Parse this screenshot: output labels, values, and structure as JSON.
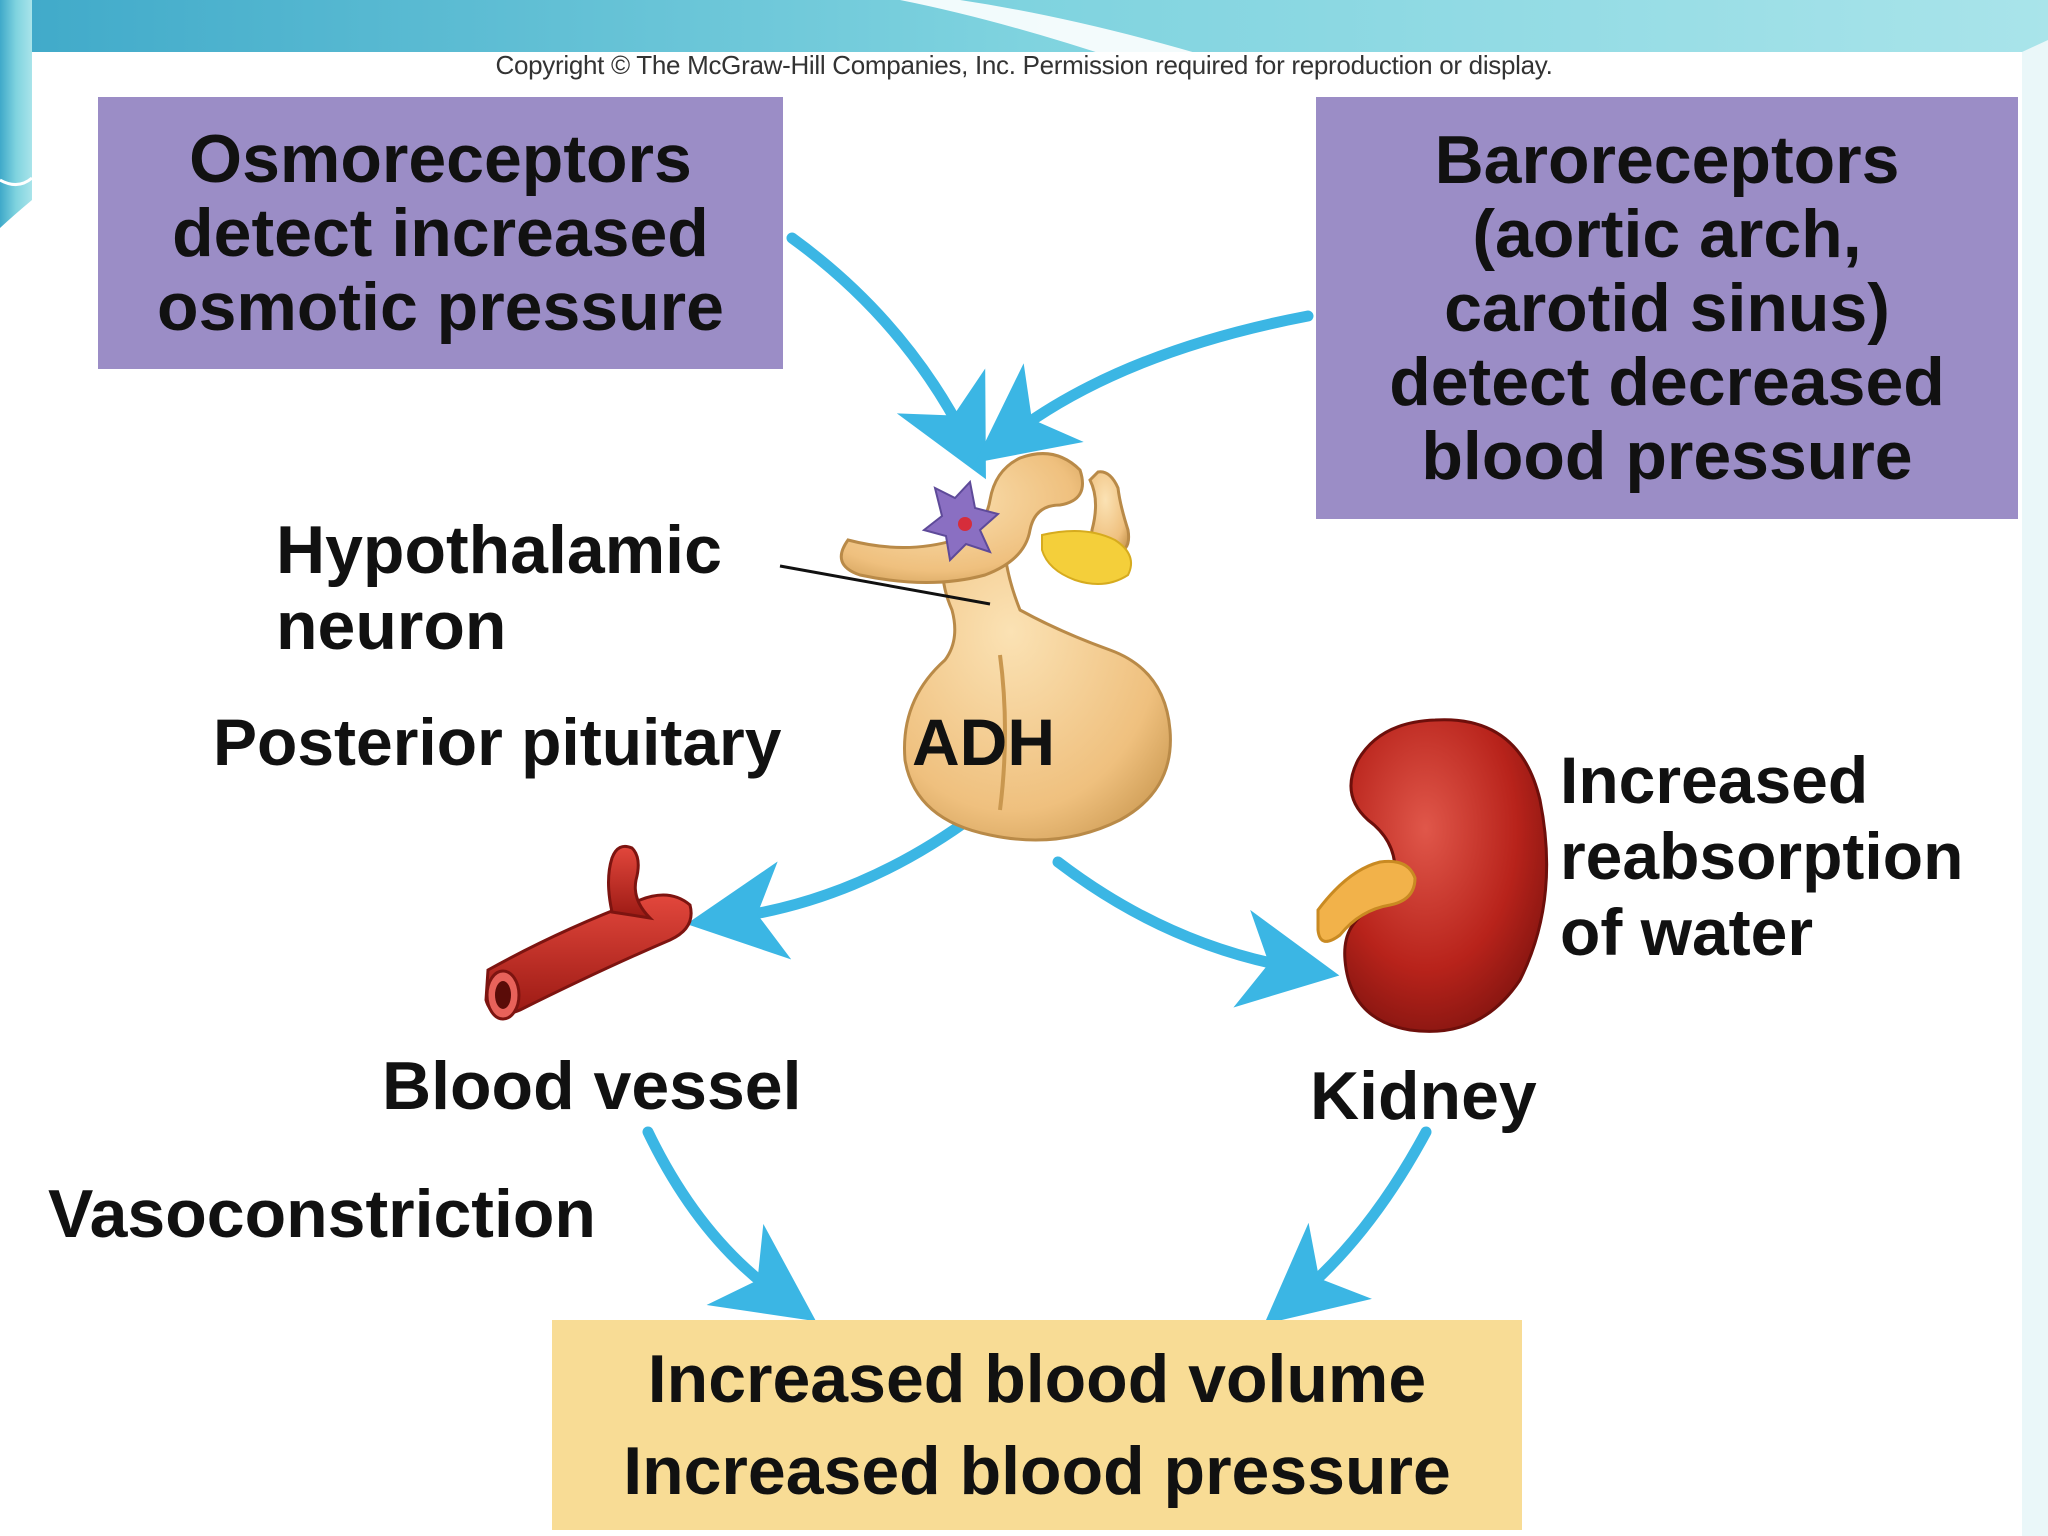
{
  "copyright": "Copyright © The McGraw-Hill Companies, Inc. Permission required for reproduction or display.",
  "osmoreceptors_box": {
    "lines": [
      "Osmoreceptors",
      "detect increased",
      "osmotic pressure"
    ]
  },
  "baroreceptors_box": {
    "lines": [
      "Baroreceptors",
      "(aortic arch,",
      "carotid sinus)",
      "detect decreased",
      "blood pressure"
    ]
  },
  "hypothalamic_label": {
    "lines": [
      "Hypothalamic",
      "neuron"
    ]
  },
  "posterior_pituitary_label": "Posterior pituitary",
  "adh_label": "ADH",
  "kidney_effect": {
    "lines": [
      "Increased",
      "reabsorption",
      "of water"
    ]
  },
  "blood_vessel_label": "Blood vessel",
  "kidney_label": "Kidney",
  "vasoconstriction_label": "Vasoconstriction",
  "result_box": {
    "lines": [
      "Increased blood volume",
      "Increased blood pressure"
    ]
  },
  "colors": {
    "box_purple": "#9b8dc6",
    "box_yellow": "#f8dc95",
    "arrow_blue": "#3bb6e4",
    "slide_teal": "#5fc6d6",
    "pituitary_tan": "#f0c98a",
    "kidney_red": "#b8231b",
    "vessel_red": "#cc2b22"
  }
}
